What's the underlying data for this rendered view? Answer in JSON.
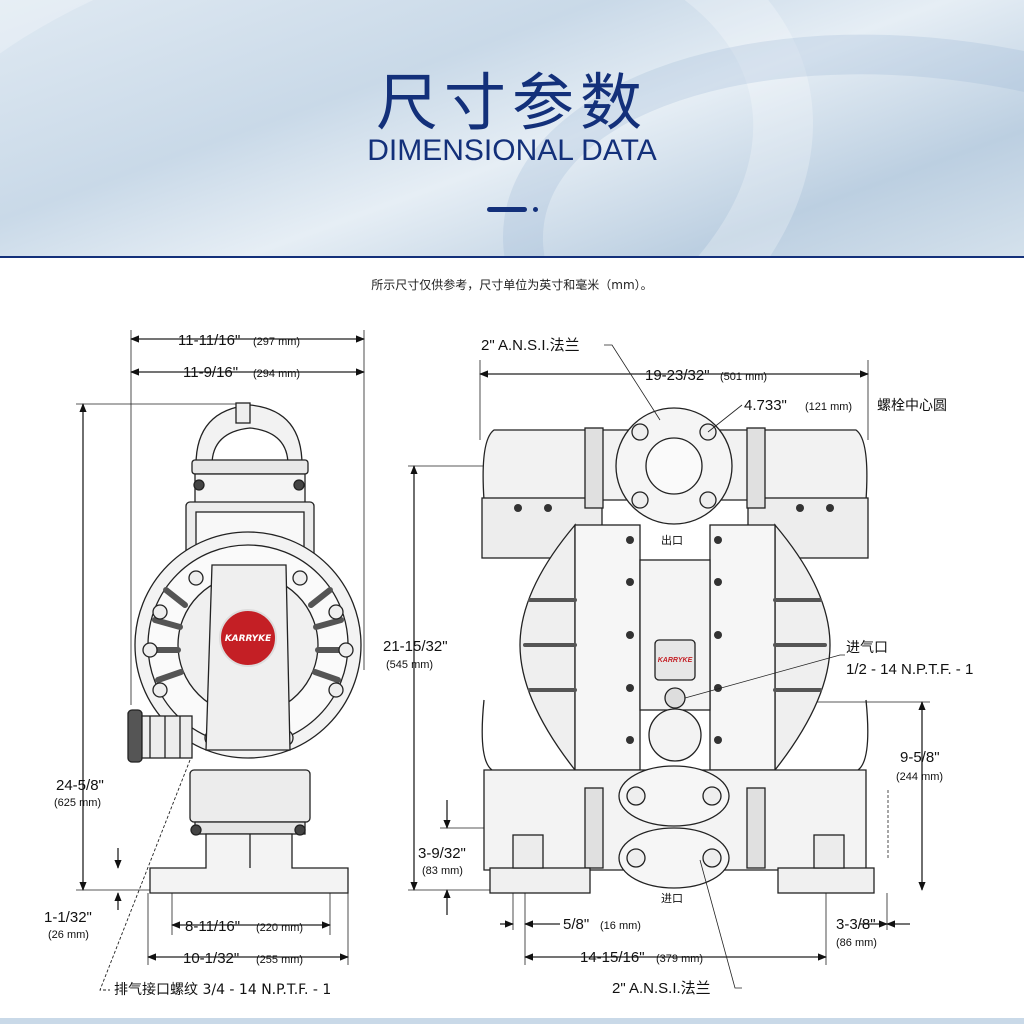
{
  "header": {
    "title_cn": "尺寸参数",
    "title_en": "DIMENSIONAL DATA",
    "note": "所示尺寸仅供参考，尺寸单位为英寸和毫米（mm）。"
  },
  "side_view": {
    "dim_top1": "11-11/16\"",
    "dim_top1_mm": "(297 mm)",
    "dim_top2": "11-9/16\"",
    "dim_top2_mm": "(294 mm)",
    "dim_height": "24-5/8\"",
    "dim_height_mm": "(625 mm)",
    "dim_foot": "1-1/32\"",
    "dim_foot_mm": "(26 mm)",
    "dim_base1": "8-11/16\"",
    "dim_base1_mm": "(220 mm)",
    "dim_base2": "10-1/32\"",
    "dim_base2_mm": "(255 mm)",
    "exhaust_label": "排气接口螺纹 3/4 - 14 N.P.T.F. - 1",
    "logo_text": "KARRYKE"
  },
  "front_view": {
    "flange_top": "2\" A.N.S.I.法兰",
    "dim_width": "19-23/32\"",
    "dim_width_mm": "(501 mm)",
    "bolt_circle": "4.733\"",
    "bolt_circle_mm": "(121 mm)",
    "bolt_circle_cn": "螺栓中心圆",
    "outlet": "出口",
    "inlet": "进口",
    "air_inlet": "进气口",
    "air_inlet_spec": "1/2 - 14 N.P.T.F. - 1",
    "dim_total_h": "21-15/32\"",
    "dim_total_h_mm": "(545 mm)",
    "dim_air_h": "9-5/8\"",
    "dim_air_h_mm": "(244 mm)",
    "dim_inlet_h": "3-9/32\"",
    "dim_inlet_h_mm": "(83 mm)",
    "dim_slot": "5/8\"",
    "dim_slot_mm": "(16 mm)",
    "dim_base": "14-15/16\"",
    "dim_base_mm": "(379 mm)",
    "dim_side": "3-3/8\"",
    "dim_side_mm": "(86 mm)",
    "flange_bottom": "2\" A.N.S.I.法兰",
    "logo_text": "KARRYKE"
  }
}
